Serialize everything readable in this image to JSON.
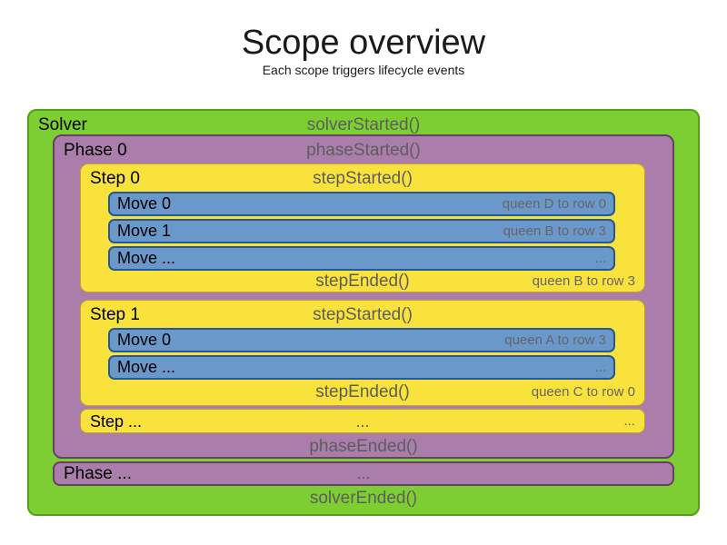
{
  "title": "Scope overview",
  "subtitle": "Each scope triggers lifecycle events",
  "colors": {
    "solver_green": "#7CCE32",
    "solver_border": "#50A018",
    "phase_purple": "#AA7DAB",
    "phase_border": "#64406B",
    "step_yellow": "#FAE23C",
    "step_border": "#C2A134",
    "move_blue": "#6B98CA",
    "move_border": "#26578E",
    "event_text": "#5E5E5E",
    "detail_text": "#666666"
  },
  "solver": {
    "label": "Solver",
    "started_event": "solverStarted()",
    "ended_event": "solverEnded()",
    "phases": [
      {
        "label": "Phase 0",
        "started_event": "phaseStarted()",
        "ended_event": "phaseEnded()",
        "steps": [
          {
            "label": "Step 0",
            "started_event": "stepStarted()",
            "ended_event": "stepEnded()",
            "ended_detail": "queen B to row 3",
            "moves": [
              {
                "label": "Move 0",
                "detail": "queen D to row 0"
              },
              {
                "label": "Move 1",
                "detail": "queen B to row 3"
              },
              {
                "label": "Move ...",
                "detail": "..."
              }
            ]
          },
          {
            "label": "Step 1",
            "started_event": "stepStarted()",
            "ended_event": "stepEnded()",
            "ended_detail": "queen C to row 0",
            "moves": [
              {
                "label": "Move 0",
                "detail": "queen A to row 3"
              },
              {
                "label": "Move ...",
                "detail": "..."
              }
            ]
          },
          {
            "label": "Step ...",
            "center_text": "...",
            "right_text": "..."
          }
        ]
      },
      {
        "label": "Phase ...",
        "center_text": "..."
      }
    ]
  }
}
